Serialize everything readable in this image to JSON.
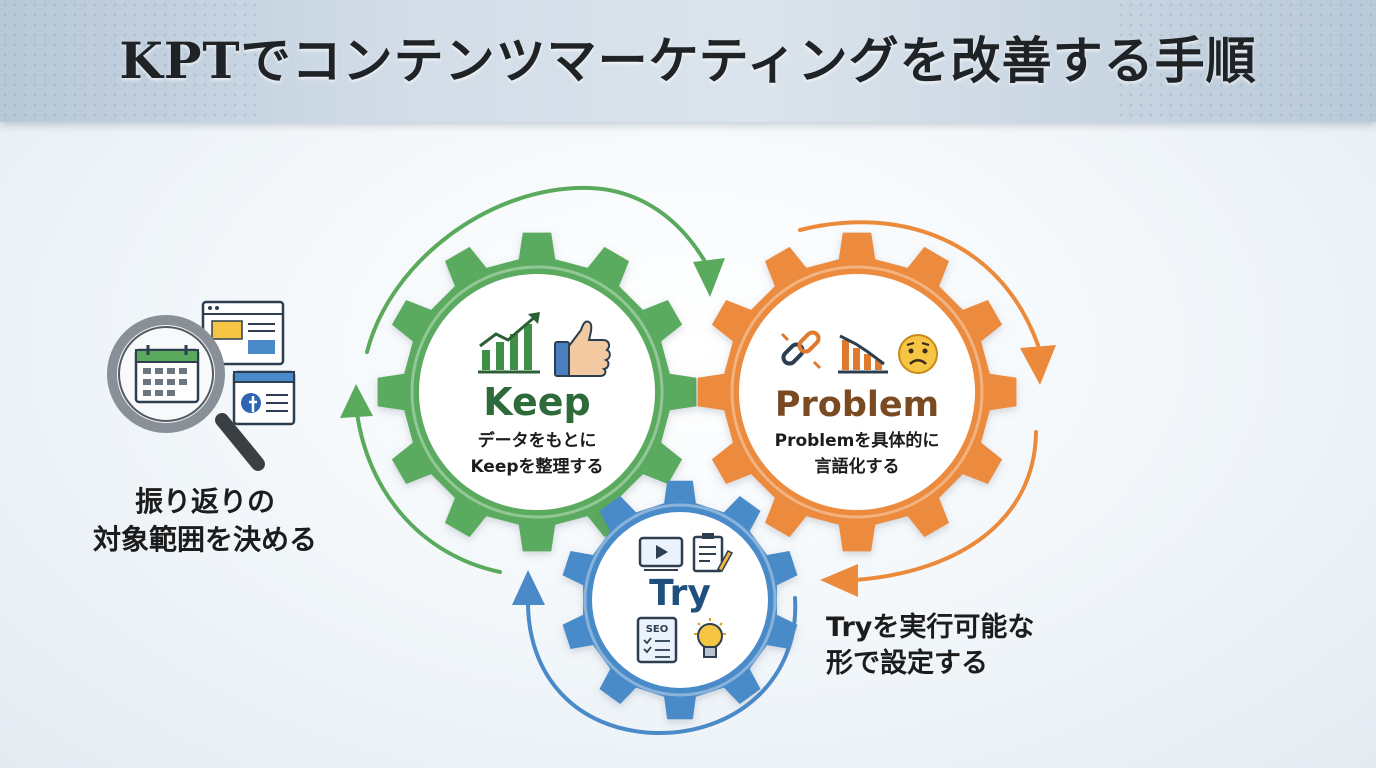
{
  "title": "KPTでコンテンツマーケティングを改善する手順",
  "steps": {
    "scope": {
      "line1": "振り返りの",
      "line2": "対象範囲を決める"
    },
    "keep": {
      "title": "Keep",
      "line1": "データをもとに",
      "line2": "Keepを整理する",
      "color": "#5aaa5e",
      "text_color": "#2f6b3a"
    },
    "problem": {
      "title": "Problem",
      "line1": "Problemを具体的に",
      "line2": "言語化する",
      "color": "#ec8a3c",
      "text_color": "#7a4a22"
    },
    "try": {
      "title": "Try",
      "color": "#4a8ac8",
      "text_color": "#1f4f7d"
    },
    "try_note": {
      "line1": "Tryを実行可能な",
      "line2": "形で設定する"
    }
  },
  "icons": {
    "scope": [
      "magnifier-calendar-icon",
      "webpage-icon",
      "social-page-icon"
    ],
    "keep": [
      "growth-chart-icon",
      "thumbs-up-icon"
    ],
    "problem": [
      "broken-link-icon",
      "decline-chart-icon",
      "worried-face-icon"
    ],
    "try": [
      "video-icon",
      "checklist-edit-icon",
      "seo-checklist-icon",
      "lightbulb-icon"
    ]
  },
  "seo_label": "SEO"
}
